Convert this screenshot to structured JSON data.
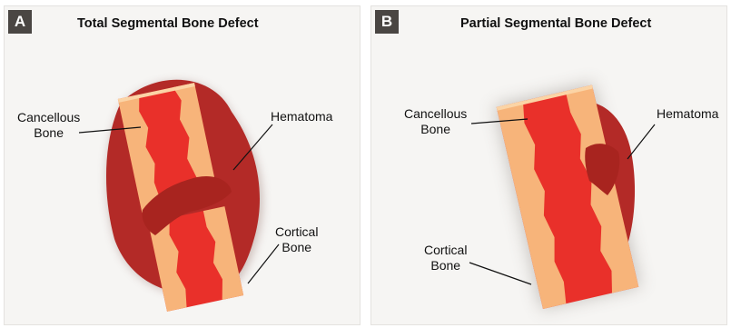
{
  "panel_a": {
    "badge": "A",
    "title": "Total Segmental Bone Defect",
    "labels": {
      "cancellous": "Cancellous\nBone",
      "hematoma": "Hematoma",
      "cortical": "Cortical\nBone"
    }
  },
  "panel_b": {
    "badge": "B",
    "title": "Partial Segmental Bone Defect",
    "labels": {
      "cancellous": "Cancellous\nBone",
      "hematoma": "Hematoma",
      "cortical": "Cortical\nBone"
    }
  },
  "colors": {
    "hematoma": "#b32a27",
    "marrow": "#e9302a",
    "cortical": "#f7b47a",
    "cortical_edge": "#fbd4a6"
  }
}
